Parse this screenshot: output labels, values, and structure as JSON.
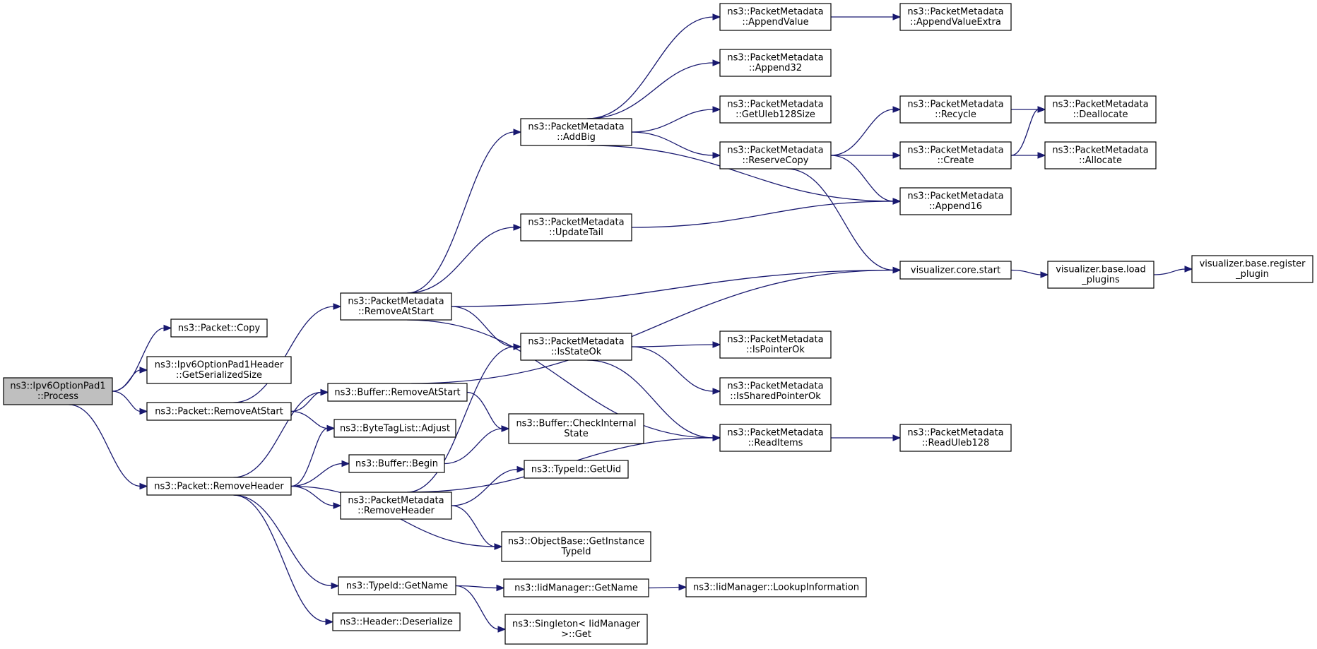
{
  "diagram": {
    "type": "call-graph",
    "colors": {
      "edge": "#191970",
      "root_fill": "#bfbfbf",
      "node_fill": "#ffffff",
      "border": "#000000"
    },
    "nodes": [
      {
        "id": "root",
        "lines": [
          "ns3::Ipv6OptionPad1",
          "::Process"
        ],
        "root": true
      },
      {
        "id": "pcopy",
        "lines": [
          "ns3::Packet::Copy"
        ]
      },
      {
        "id": "getser",
        "lines": [
          "ns3::Ipv6OptionPad1Header",
          "::GetSerializedSize"
        ]
      },
      {
        "id": "premstart",
        "lines": [
          "ns3::Packet::RemoveAtStart"
        ]
      },
      {
        "id": "premhdr",
        "lines": [
          "ns3::Packet::RemoveHeader"
        ]
      },
      {
        "id": "pmremstart",
        "lines": [
          "ns3::PacketMetadata",
          "::RemoveAtStart"
        ]
      },
      {
        "id": "bufremstart",
        "lines": [
          "ns3::Buffer::RemoveAtStart"
        ]
      },
      {
        "id": "bytetag",
        "lines": [
          "ns3::ByteTagList::Adjust"
        ]
      },
      {
        "id": "bufbegin",
        "lines": [
          "ns3::Buffer::Begin"
        ]
      },
      {
        "id": "pmremhdr",
        "lines": [
          "ns3::PacketMetadata",
          "::RemoveHeader"
        ]
      },
      {
        "id": "tgetname",
        "lines": [
          "ns3::TypeId::GetName"
        ]
      },
      {
        "id": "hdrdeser",
        "lines": [
          "ns3::Header::Deserialize"
        ]
      },
      {
        "id": "addbig",
        "lines": [
          "ns3::PacketMetadata",
          "::AddBig"
        ]
      },
      {
        "id": "updtail",
        "lines": [
          "ns3::PacketMetadata",
          "::UpdateTail"
        ]
      },
      {
        "id": "isstate",
        "lines": [
          "ns3::PacketMetadata",
          "::IsStateOk"
        ]
      },
      {
        "id": "bufcheck",
        "lines": [
          "ns3::Buffer::CheckInternal",
          "State"
        ]
      },
      {
        "id": "getuid",
        "lines": [
          "ns3::TypeId::GetUid"
        ]
      },
      {
        "id": "getinst",
        "lines": [
          "ns3::ObjectBase::GetInstance",
          "TypeId"
        ]
      },
      {
        "id": "iidgetname",
        "lines": [
          "ns3::IidManager::GetName"
        ]
      },
      {
        "id": "singleton",
        "lines": [
          "ns3::Singleton< IidManager",
          ">::Get"
        ]
      },
      {
        "id": "appval",
        "lines": [
          "ns3::PacketMetadata",
          "::AppendValue"
        ]
      },
      {
        "id": "app32",
        "lines": [
          "ns3::PacketMetadata",
          "::Append32"
        ]
      },
      {
        "id": "getuleb",
        "lines": [
          "ns3::PacketMetadata",
          "::GetUleb128Size"
        ]
      },
      {
        "id": "rescopy",
        "lines": [
          "ns3::PacketMetadata",
          "::ReserveCopy"
        ]
      },
      {
        "id": "isptr",
        "lines": [
          "ns3::PacketMetadata",
          "::IsPointerOk"
        ]
      },
      {
        "id": "isshared",
        "lines": [
          "ns3::PacketMetadata",
          "::IsSharedPointerOk"
        ]
      },
      {
        "id": "readitems",
        "lines": [
          "ns3::PacketMetadata",
          "::ReadItems"
        ]
      },
      {
        "id": "lookup",
        "lines": [
          "ns3::IidManager::LookupInformation"
        ]
      },
      {
        "id": "appvalx",
        "lines": [
          "ns3::PacketMetadata",
          "::AppendValueExtra"
        ]
      },
      {
        "id": "recycle",
        "lines": [
          "ns3::PacketMetadata",
          "::Recycle"
        ]
      },
      {
        "id": "create",
        "lines": [
          "ns3::PacketMetadata",
          "::Create"
        ]
      },
      {
        "id": "app16",
        "lines": [
          "ns3::PacketMetadata",
          "::Append16"
        ]
      },
      {
        "id": "vstart",
        "lines": [
          "visualizer.core.start"
        ]
      },
      {
        "id": "readuleb",
        "lines": [
          "ns3::PacketMetadata",
          "::ReadUleb128"
        ]
      },
      {
        "id": "dealloc",
        "lines": [
          "ns3::PacketMetadata",
          "::Deallocate"
        ]
      },
      {
        "id": "alloc",
        "lines": [
          "ns3::PacketMetadata",
          "::Allocate"
        ]
      },
      {
        "id": "vload",
        "lines": [
          "visualizer.base.load",
          "_plugins"
        ]
      },
      {
        "id": "vreg",
        "lines": [
          "visualizer.base.register",
          "_plugin"
        ]
      }
    ],
    "edges": [
      [
        "root",
        "pcopy"
      ],
      [
        "root",
        "getser"
      ],
      [
        "root",
        "premstart"
      ],
      [
        "root",
        "premhdr"
      ],
      [
        "premstart",
        "pmremstart"
      ],
      [
        "premstart",
        "bufremstart"
      ],
      [
        "premstart",
        "bytetag"
      ],
      [
        "premhdr",
        "bufremstart"
      ],
      [
        "premhdr",
        "bytetag"
      ],
      [
        "premhdr",
        "bufbegin"
      ],
      [
        "premhdr",
        "pmremhdr"
      ],
      [
        "premhdr",
        "getinst"
      ],
      [
        "premhdr",
        "tgetname"
      ],
      [
        "premhdr",
        "hdrdeser"
      ],
      [
        "pmremstart",
        "addbig"
      ],
      [
        "pmremstart",
        "updtail"
      ],
      [
        "pmremstart",
        "vstart"
      ],
      [
        "pmremstart",
        "isstate"
      ],
      [
        "pmremstart",
        "readitems"
      ],
      [
        "bufremstart",
        "vstart"
      ],
      [
        "bufremstart",
        "bufcheck"
      ],
      [
        "bufbegin",
        "bufcheck"
      ],
      [
        "pmremhdr",
        "isstate"
      ],
      [
        "pmremhdr",
        "getuid"
      ],
      [
        "pmremhdr",
        "readitems"
      ],
      [
        "pmremhdr",
        "getinst"
      ],
      [
        "tgetname",
        "iidgetname"
      ],
      [
        "tgetname",
        "singleton"
      ],
      [
        "addbig",
        "appval"
      ],
      [
        "addbig",
        "app32"
      ],
      [
        "addbig",
        "getuleb"
      ],
      [
        "addbig",
        "rescopy"
      ],
      [
        "addbig",
        "app16"
      ],
      [
        "updtail",
        "app16"
      ],
      [
        "isstate",
        "isptr"
      ],
      [
        "isstate",
        "isshared"
      ],
      [
        "isstate",
        "readitems"
      ],
      [
        "iidgetname",
        "lookup"
      ],
      [
        "appval",
        "appvalx"
      ],
      [
        "rescopy",
        "recycle"
      ],
      [
        "rescopy",
        "create"
      ],
      [
        "rescopy",
        "app16"
      ],
      [
        "rescopy",
        "vstart"
      ],
      [
        "recycle",
        "dealloc"
      ],
      [
        "create",
        "dealloc"
      ],
      [
        "create",
        "alloc"
      ],
      [
        "readitems",
        "readuleb"
      ],
      [
        "vstart",
        "vload"
      ],
      [
        "vload",
        "vreg"
      ]
    ]
  }
}
